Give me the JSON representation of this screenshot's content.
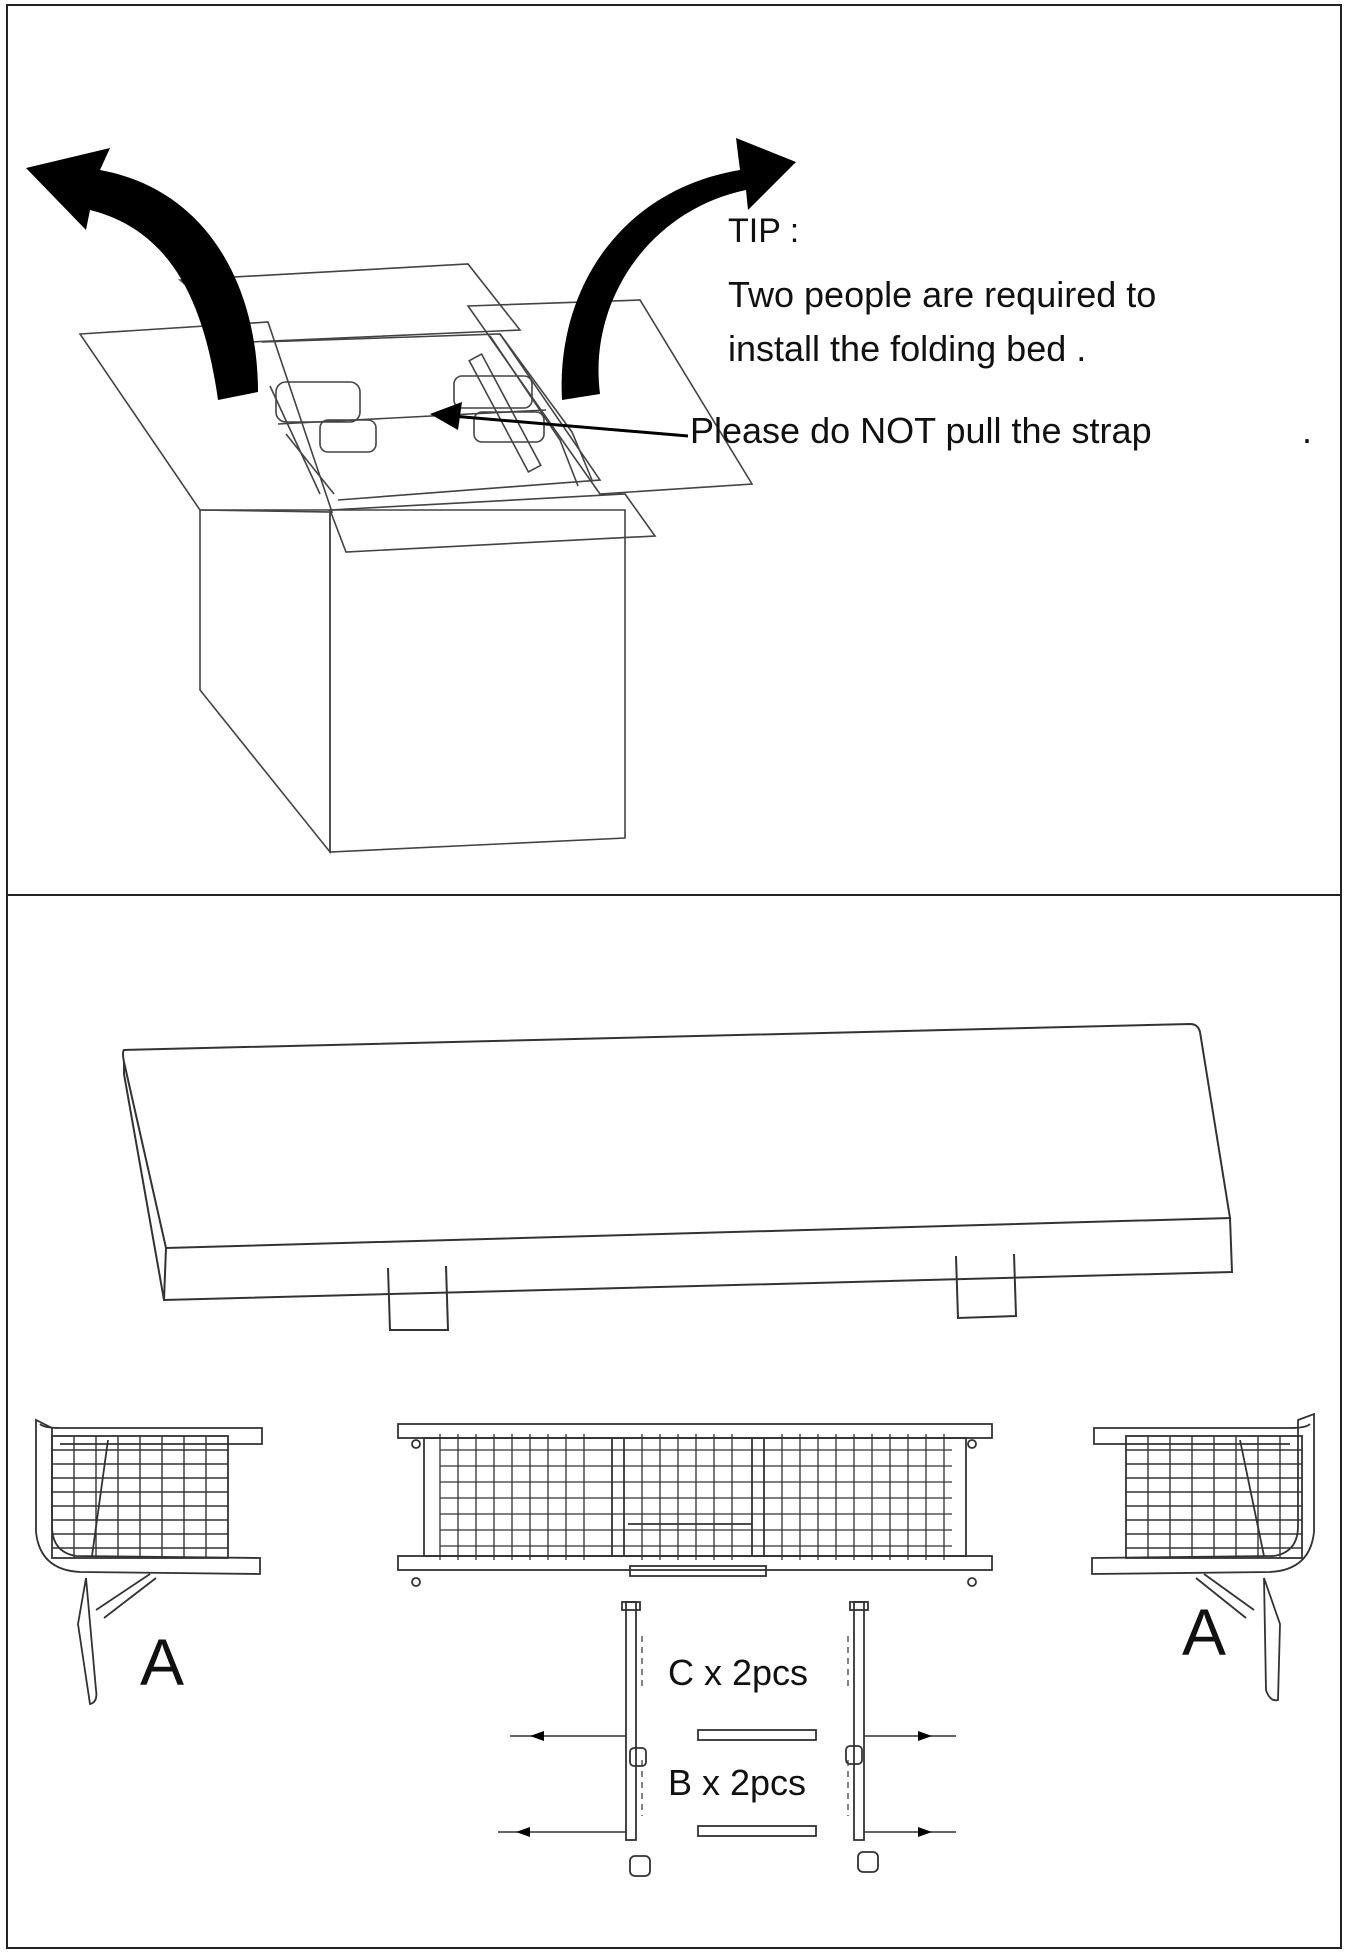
{
  "tip": {
    "title": "TIP :",
    "line1": "Two people are required to",
    "line2": "install the folding bed ."
  },
  "warning": {
    "text": "Please do NOT pull the strap",
    "trailing": "."
  },
  "labels": {
    "part_a_left": "A",
    "part_a_right": "A",
    "part_c": "C x 2pcs",
    "part_b": "B x 2pcs"
  },
  "colors": {
    "line": "#333333",
    "arrow_fill": "#000000",
    "border": "#222222"
  },
  "icons": [
    "open-flap-arrow-icon",
    "pointer-arrow-icon"
  ]
}
